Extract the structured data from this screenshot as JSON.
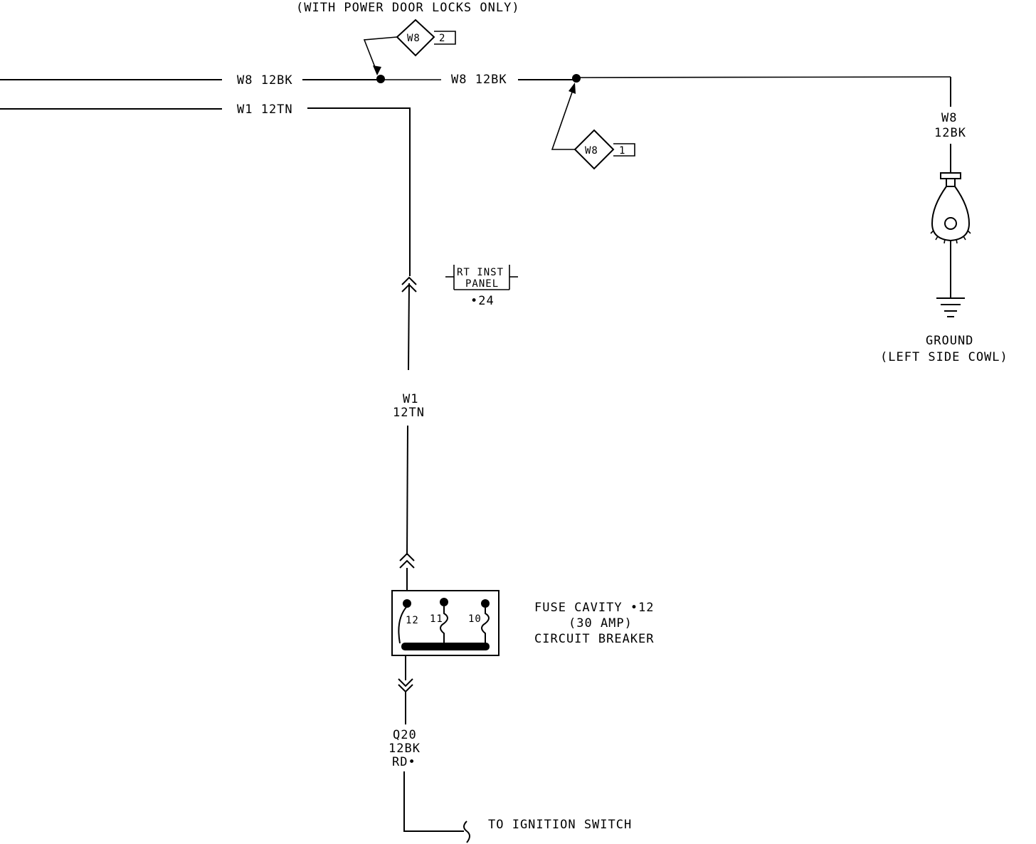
{
  "header_note": "(WITH POWER DOOR LOCKS ONLY)",
  "wires": {
    "top_left": "W8 12BK",
    "top_right": "W8 12BK",
    "second_left": "W1 12TN",
    "right_vertical": [
      "W8",
      "12BK"
    ],
    "mid_vertical": [
      "W1",
      "12TN"
    ],
    "bottom_vertical": [
      "Q20",
      "12BK",
      "RD•"
    ]
  },
  "splices": [
    {
      "id": "W8",
      "num": "2"
    },
    {
      "id": "W8",
      "num": "1"
    }
  ],
  "connector": {
    "lines": [
      "RT INST",
      "PANEL"
    ],
    "pin": "•24"
  },
  "ground": {
    "label": "GROUND",
    "location": "(LEFT SIDE COWL)"
  },
  "fuse_block": {
    "cavities": [
      "12",
      "11",
      "10"
    ],
    "desc": [
      "FUSE CAVITY •12",
      "(30 AMP)",
      "CIRCUIT BREAKER"
    ]
  },
  "destination": "TO IGNITION SWITCH"
}
